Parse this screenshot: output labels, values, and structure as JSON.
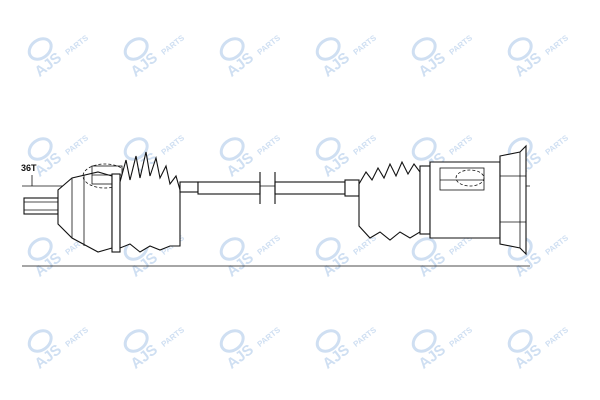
{
  "diagram": {
    "spline_label": "36T"
  },
  "watermark": {
    "brand": "AJS",
    "sub": "PARTS",
    "color": "#cfdff2"
  }
}
